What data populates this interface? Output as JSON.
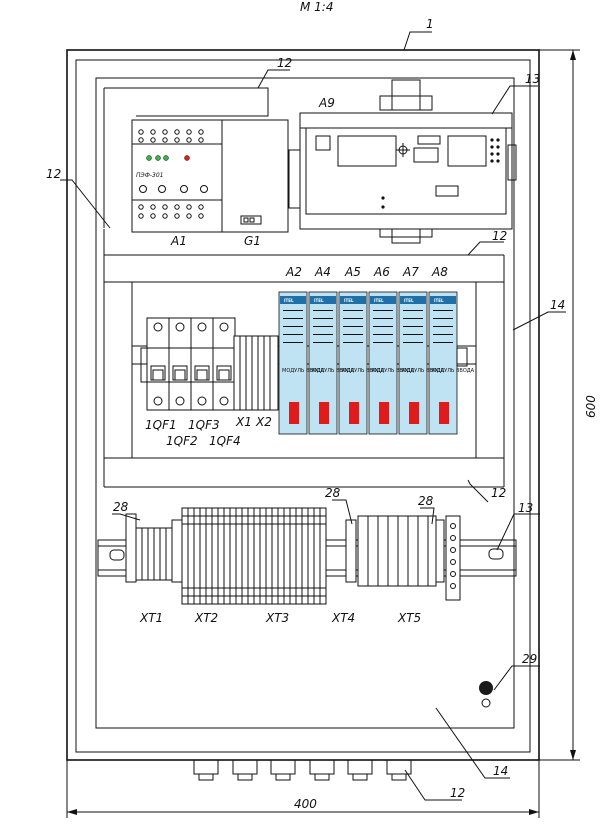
{
  "scale": "M 1:4",
  "callouts": {
    "c1": "1",
    "c12_top": "12",
    "c12_left": "12",
    "c12_mid": "12",
    "c12_low": "12",
    "c12_bottom": "12",
    "c13_top": "13",
    "c13_right": "13",
    "c14_right": "14",
    "c14_bottom": "14",
    "c28_left": "28",
    "c28_mid": "28",
    "c28_right": "28",
    "c29": "29"
  },
  "dimensions": {
    "height": "600",
    "width": "400"
  },
  "devices": {
    "a1": "A1",
    "a1_model": "ПЭФ-301",
    "g1": "G1",
    "a9": "A9",
    "modules": [
      {
        "ref": "A2",
        "brand": "ITEL",
        "label": "МОДУЛЬ ВВОДА"
      },
      {
        "ref": "A4",
        "brand": "ITEL",
        "label": "МОДУЛЬ ВВОДА"
      },
      {
        "ref": "A5",
        "brand": "ITEL",
        "label": "МОДУЛЬ ВВОДА"
      },
      {
        "ref": "A6",
        "brand": "ITEL",
        "label": "МОДУЛЬ ВВОДА"
      },
      {
        "ref": "A7",
        "brand": "ITEL",
        "label": "МОДУЛЬ ВВОДА"
      },
      {
        "ref": "A8",
        "brand": "ITEL",
        "label": "МОДУЛЬ ВВОДА"
      }
    ],
    "breakers": [
      "1QF1",
      "1QF2",
      "1QF3",
      "1QF4"
    ],
    "x1": "X1",
    "x2": "X2"
  },
  "terminals": [
    "XT1",
    "XT2",
    "XT3",
    "XT4",
    "XT5"
  ],
  "colors": {
    "line": "#111111",
    "module_blue": "#bfe3f2",
    "module_red": "#e01b1b",
    "led_green": "#39b54a",
    "led_red": "#e02020",
    "lamp": "#1a1a1a"
  }
}
